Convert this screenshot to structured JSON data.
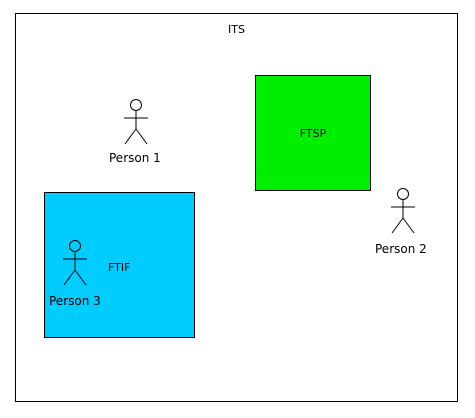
{
  "diagram": {
    "frame": {
      "title": "ITS"
    },
    "boxes": [
      {
        "label": "FTSP",
        "fill": "#00ee00"
      },
      {
        "label": "FTIF",
        "fill": "#00ccff"
      }
    ],
    "actors": [
      {
        "label": "Person 1"
      },
      {
        "label": "Person 2"
      },
      {
        "label": "Person 3"
      }
    ]
  }
}
